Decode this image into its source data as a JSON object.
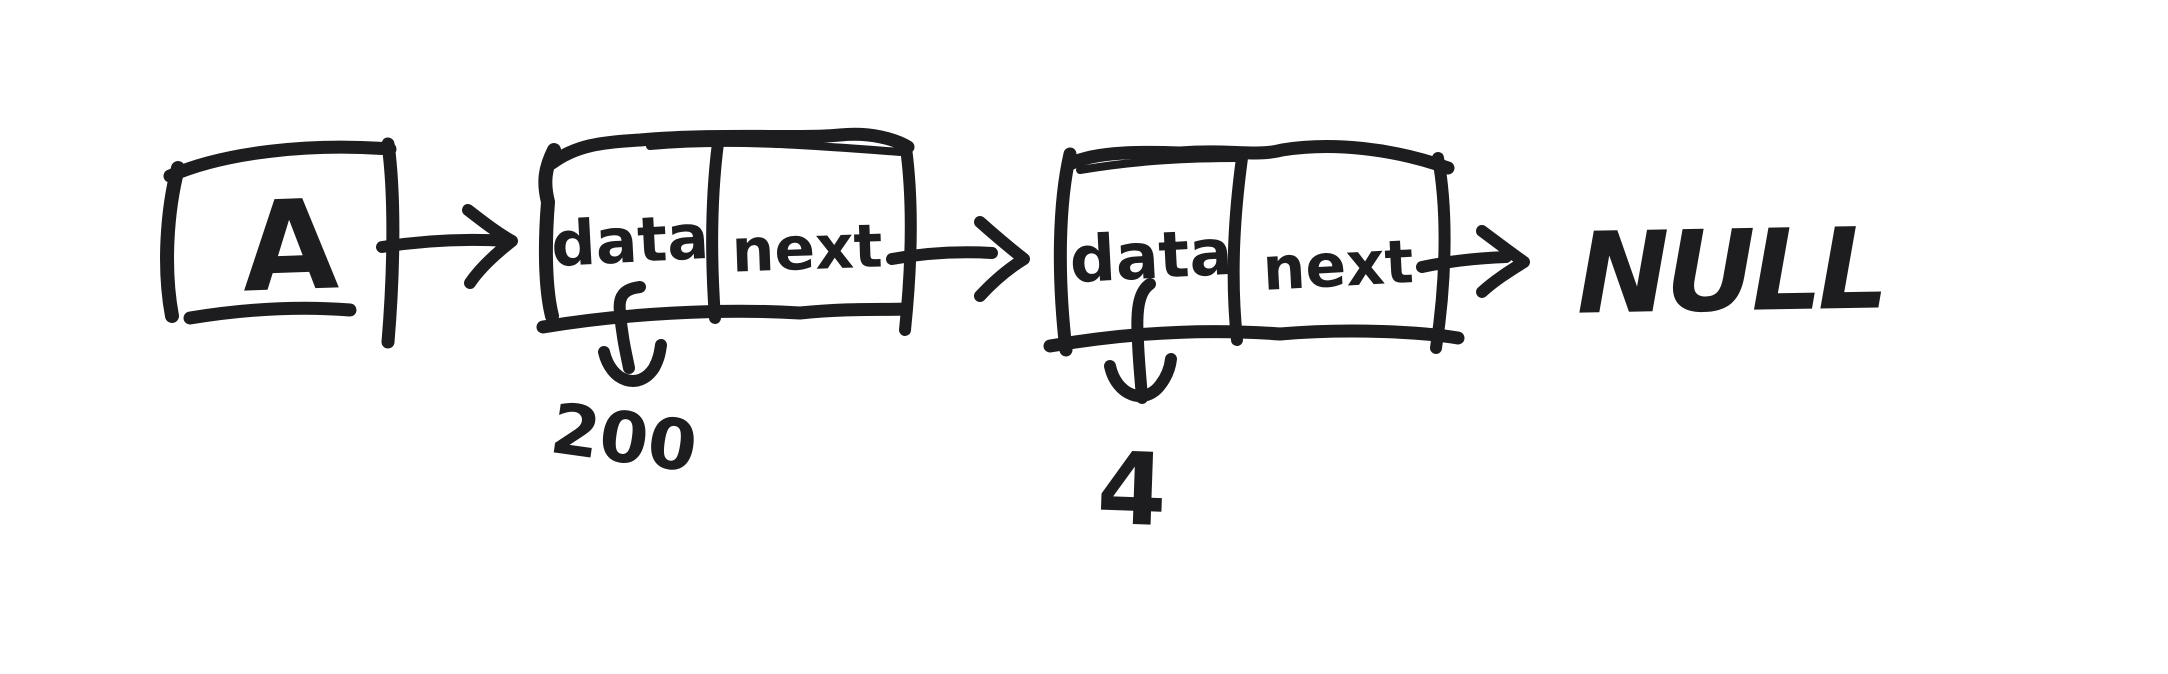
{
  "colors": {
    "background": "#ffffff",
    "ink": "#1d1d1f"
  },
  "diagram": {
    "type": "singly-linked-list-sketch",
    "head": {
      "label": "A"
    },
    "nodes": [
      {
        "data_label": "data",
        "next_label": "next",
        "value": "200"
      },
      {
        "data_label": "data",
        "next_label": "next",
        "value": "4"
      }
    ],
    "terminator_label": "NULL"
  }
}
